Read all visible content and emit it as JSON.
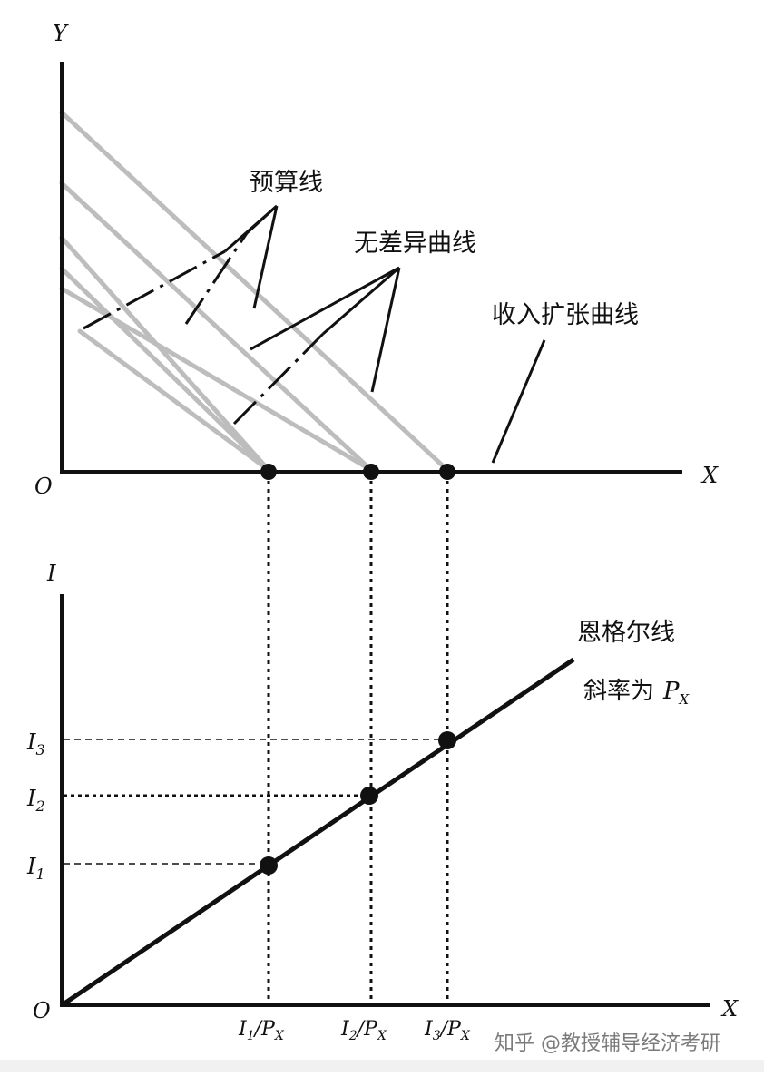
{
  "top_panel": {
    "y_axis_label": "Y",
    "x_axis_label": "X",
    "origin_label": "O",
    "budget_line_label": "预算线",
    "indifference_curve_label": "无差异曲线",
    "income_expansion_label": "收入扩张曲线"
  },
  "bottom_panel": {
    "y_axis_label": "I",
    "x_axis_label": "X",
    "origin_label": "O",
    "engel_label": "恩格尔线",
    "slope_label_prefix": "斜率为",
    "slope_symbol": "P",
    "slope_subscript": "X",
    "income_levels": [
      {
        "label": "I",
        "sub": "3"
      },
      {
        "label": "I",
        "sub": "2"
      },
      {
        "label": "I",
        "sub": "1"
      }
    ],
    "x_ticks": [
      {
        "num": "I",
        "num_sub": "1",
        "den": "P",
        "den_sub": "X"
      },
      {
        "num": "I",
        "num_sub": "2",
        "den": "P",
        "den_sub": "X"
      },
      {
        "num": "I",
        "num_sub": "3",
        "den": "P",
        "den_sub": "X"
      }
    ]
  },
  "watermark": "知乎 @教授辅导经济考研",
  "colors": {
    "ink": "#111111",
    "budget_gray": "#bdbdbd",
    "strip": "#f1f1f1"
  }
}
